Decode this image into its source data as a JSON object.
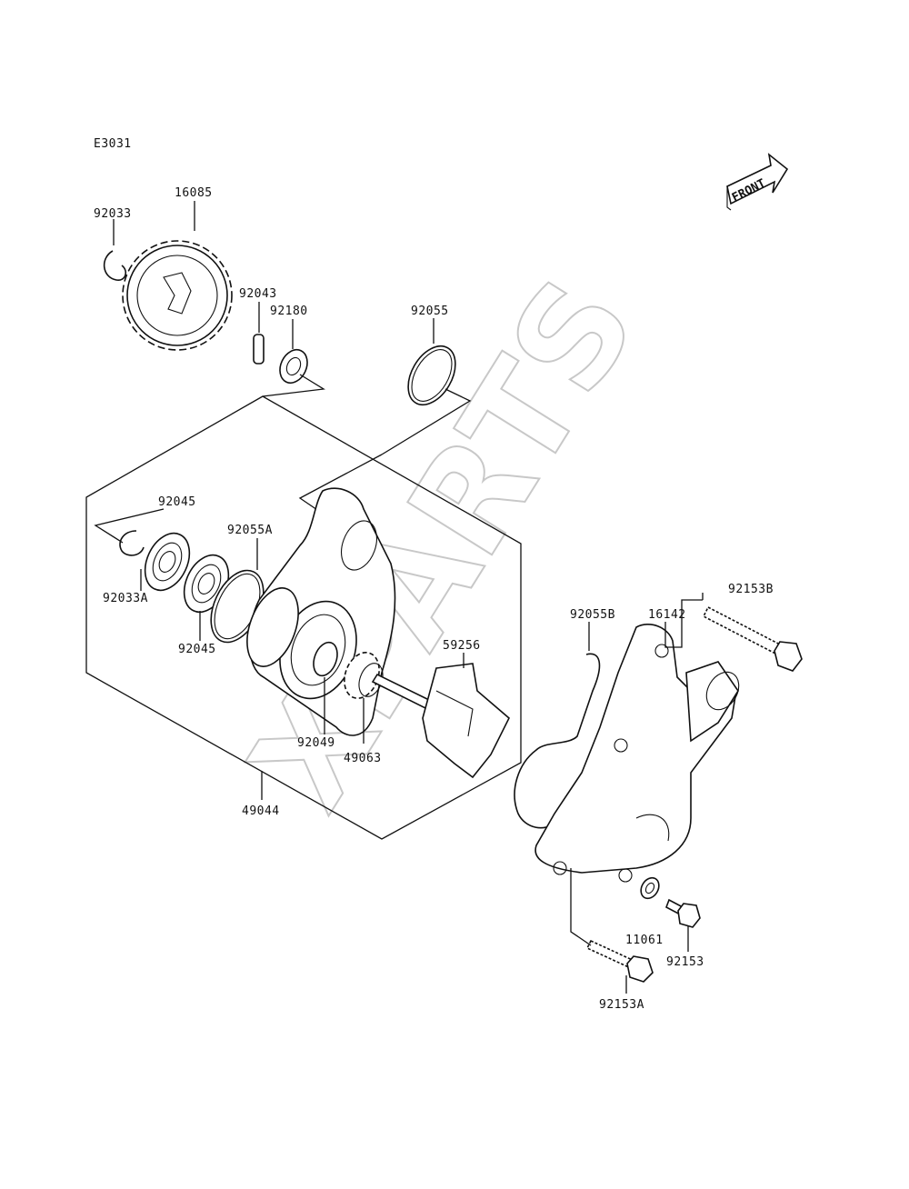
{
  "diagram_code": "E3031",
  "front_label": "FRONT",
  "watermark": "XPARTS",
  "parts": {
    "p16085": "16085",
    "p92033": "92033",
    "p92043": "92043",
    "p92180": "92180",
    "p92055": "92055",
    "p92045_top": "92045",
    "p92055A": "92055A",
    "p92033A": "92033A",
    "p92045_bottom": "92045",
    "p59256": "59256",
    "p92049": "92049",
    "p49063": "49063",
    "p49044": "49044",
    "p92055B": "92055B",
    "p16142": "16142",
    "p92153B": "92153B",
    "p11061": "11061",
    "p92153": "92153",
    "p92153A": "92153A"
  }
}
